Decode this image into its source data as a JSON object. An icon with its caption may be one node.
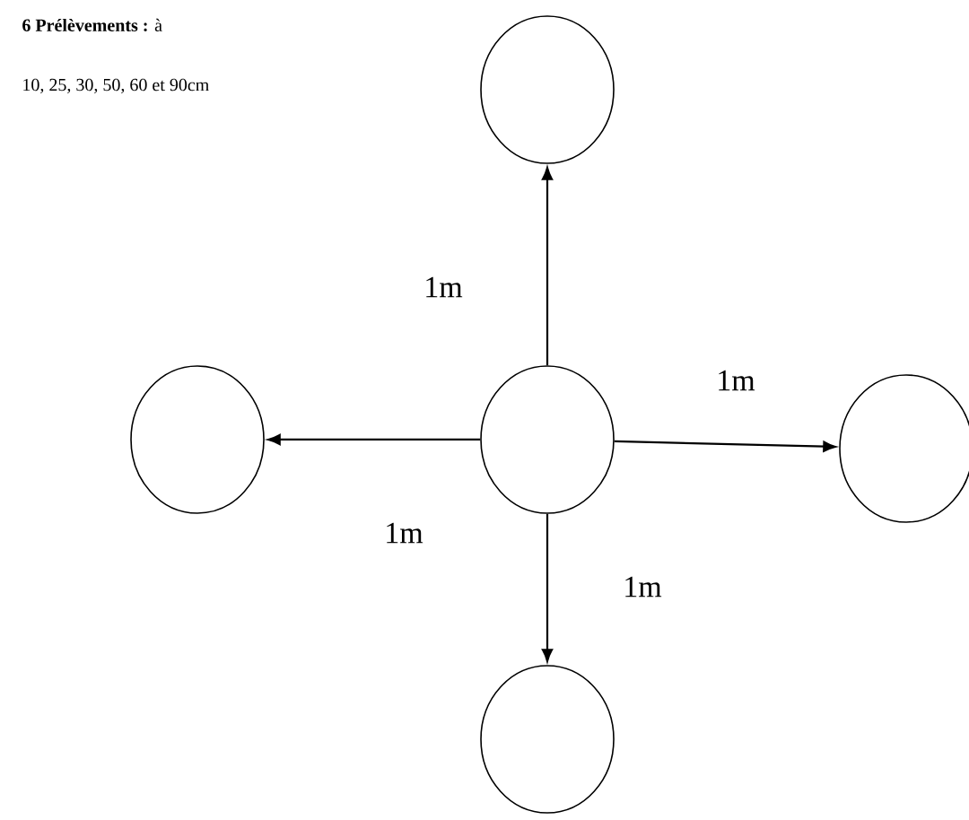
{
  "diagram": {
    "nodes": [
      {
        "text": [],
        "shape": "circle"
      },
      {
        "text": [],
        "shape": "circle"
      },
      {
        "text": [],
        "shape": "circle"
      },
      {
        "text": [],
        "shape": "circle"
      },
      {
        "text": [],
        "shape": "circle"
      }
    ],
    "edges": [
      {
        "from": 0,
        "to": 1,
        "arrow": "to",
        "label": "1m"
      },
      {
        "from": 0,
        "to": 3,
        "arrow": "to",
        "label": "1m"
      },
      {
        "from": 0,
        "to": 2,
        "arrow": "to",
        "label": "1m"
      },
      {
        "from": 0,
        "to": 4,
        "arrow": "to",
        "label": "1m"
      }
    ],
    "labels": [
      "**6 Prélèvements :** à",
      "10,  25, 30, 50, 60 et 90cm"
    ]
  }
}
